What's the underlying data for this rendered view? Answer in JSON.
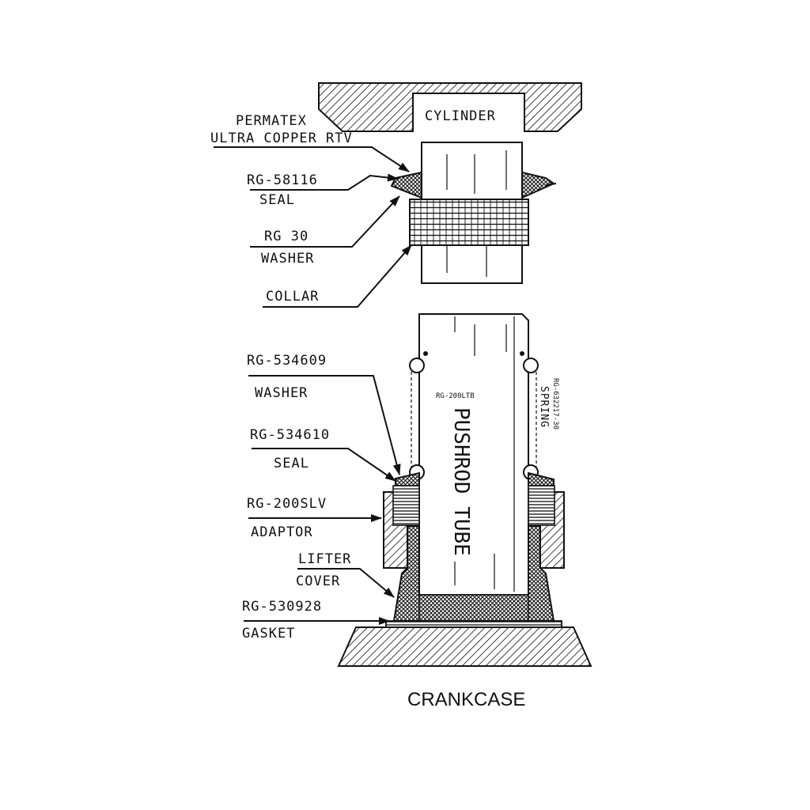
{
  "labels": {
    "cylinder": "CYLINDER",
    "permatex_line1": "PERMATEX",
    "permatex_line2": "ULTRA COPPER RTV",
    "seal_top_part": "RG-58116",
    "seal_top_name": "SEAL",
    "washer_top_part": "RG 30",
    "washer_top_name": "WASHER",
    "collar": "COLLAR",
    "washer_bottom_part": "RG-534609",
    "washer_bottom_name": "WASHER",
    "seal_bottom_part": "RG-534610",
    "seal_bottom_name": "SEAL",
    "adaptor_part": "RG-200SLV",
    "adaptor_name": "ADAPTOR",
    "lifter_line1": "LIFTER",
    "lifter_line2": "COVER",
    "gasket_part": "RG-530928",
    "gasket_name": "GASKET",
    "tube_part": "RG-200LTB",
    "tube_name": "PUSHROD TUBE",
    "spring_part": "RG-632217-30",
    "spring_name": "SPRING",
    "crankcase": "CRANKCASE"
  }
}
